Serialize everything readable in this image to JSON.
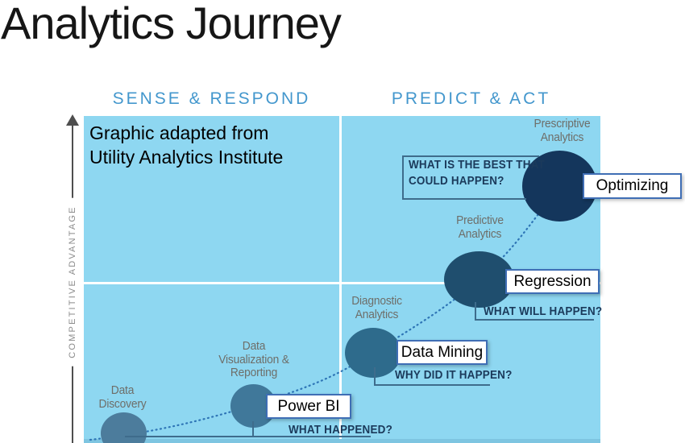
{
  "page": {
    "title": "Analytics Journey"
  },
  "quadrants": {
    "left_header": "SENSE & RESPOND",
    "right_header": "PREDICT & ACT"
  },
  "credit": {
    "text": "Graphic adapted from\nUtility Analytics Institute"
  },
  "y_axis": {
    "label": "COMPETITIVE ADVANTAGE"
  },
  "stages": [
    {
      "label": "Data\nDiscovery",
      "question": "",
      "tag": "",
      "color": "#4C7C9C"
    },
    {
      "label": "Data\nVisualization &\nReporting",
      "question": "WHAT HAPPENED?",
      "tag": "Power BI",
      "color": "#40789A"
    },
    {
      "label": "Diagnostic\nAnalytics",
      "question": "WHY DID IT HAPPEN?",
      "tag": "Data Mining",
      "color": "#2E6B8C"
    },
    {
      "label": "Predictive\nAnalytics",
      "question": "WHAT WILL HAPPEN?",
      "tag": "Regression",
      "color": "#1F4E6E"
    },
    {
      "label": "Prescriptive\nAnalytics",
      "question": "WHAT IS THE BEST THAT\nCOULD HAPPEN?",
      "tag": "Optimizing",
      "color": "#14365C"
    }
  ],
  "colors": {
    "chart_background": "#8ED7F1",
    "header_text": "#4397CD",
    "question_text": "#1B3A5B",
    "bracket_line": "#3E6C8C",
    "curve_dotted": "#2E75B6",
    "tag_border": "#3F6EB5",
    "axis_line": "#4E4E4E",
    "stage_label_text": "#6E6E69"
  }
}
